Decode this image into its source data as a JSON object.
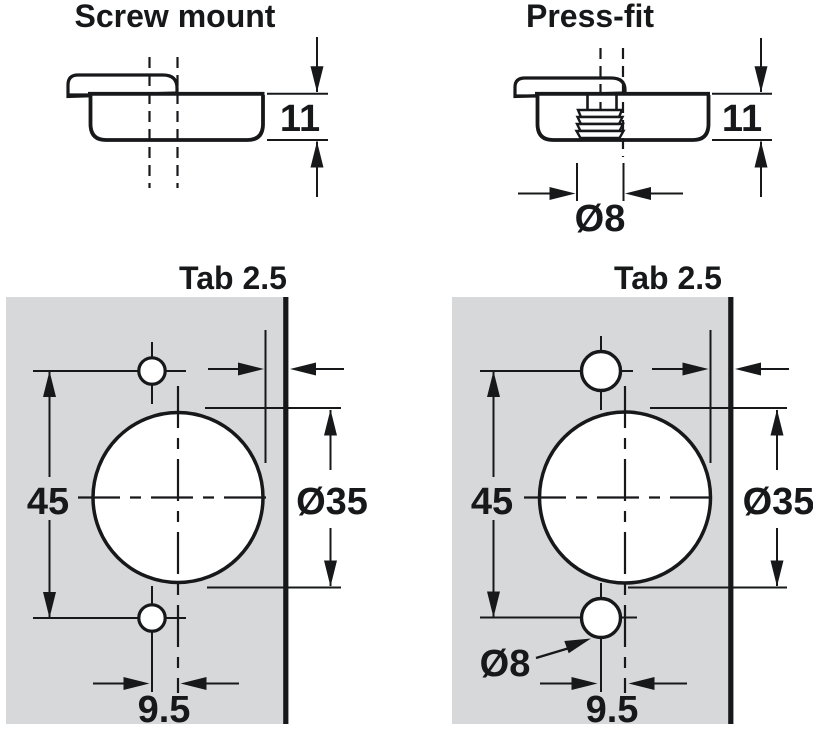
{
  "colors": {
    "background": "#ffffff",
    "line": "#17181a",
    "panel_fill": "#d7d8d9"
  },
  "sections": {
    "screw_mount": {
      "title": "Screw mount",
      "dims": {
        "cup_depth": "11"
      }
    },
    "press_fit": {
      "title": "Press-fit",
      "dims": {
        "cup_depth": "11",
        "dowel_diameter": "Ø8"
      }
    },
    "screw_mount_drilling": {
      "title": "Tab 2.5",
      "dims": {
        "screw_hole_distance": "45",
        "cup_diameter": "Ø35",
        "cup_offset": "9.5"
      }
    },
    "press_fit_drilling": {
      "title": "Tab 2.5",
      "dims": {
        "screw_hole_distance": "45",
        "cup_diameter": "Ø35",
        "cup_offset": "9.5",
        "pilot_hole_diameter": "Ø8"
      }
    }
  }
}
